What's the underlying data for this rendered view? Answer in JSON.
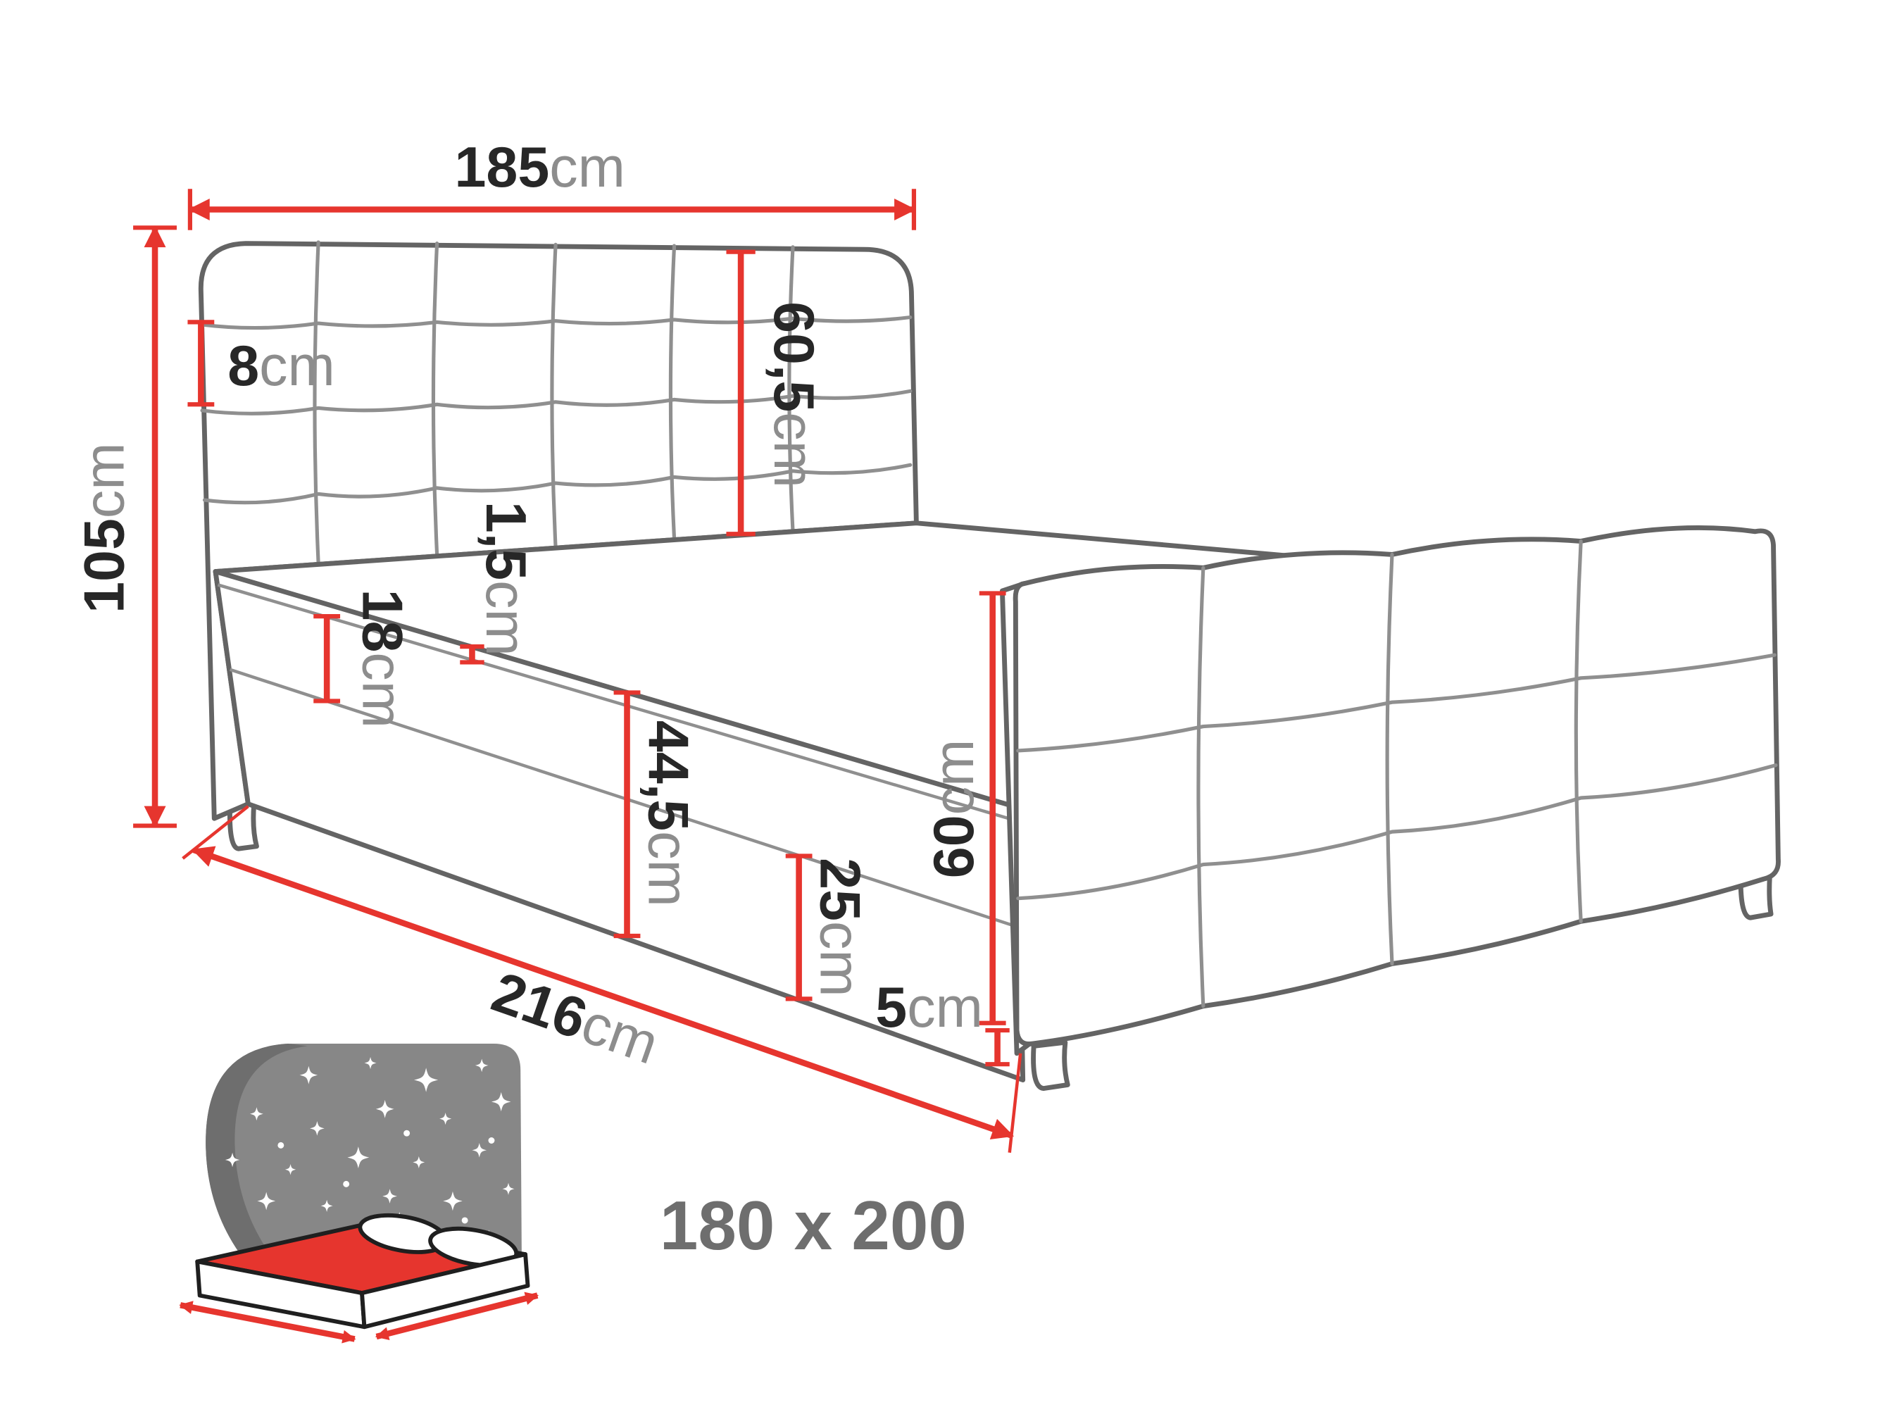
{
  "diagram": {
    "dimensions": {
      "headboard_width": {
        "value": "185",
        "unit": "cm"
      },
      "total_height": {
        "value": "105",
        "unit": "cm"
      },
      "headboard_thickness": {
        "value": "8",
        "unit": "cm"
      },
      "headboard_panel_height": {
        "value": "60,5",
        "unit": "cm"
      },
      "mattress_height": {
        "value": "18",
        "unit": "cm"
      },
      "mattress_edge": {
        "value": "1,5",
        "unit": "cm"
      },
      "side_total_height": {
        "value": "44,5",
        "unit": "cm"
      },
      "base_box_height": {
        "value": "25",
        "unit": "cm"
      },
      "footboard_height": {
        "value": "60",
        "unit": "cm"
      },
      "footboard_floor_gap": {
        "value": "5",
        "unit": "cm"
      },
      "bed_length": {
        "value": "216",
        "unit": "cm"
      }
    },
    "size_badge": {
      "label": "180 x 200"
    },
    "colors": {
      "dimension_red": "#e6352e",
      "drawing_gray": "#646464",
      "label_dark": "#272727",
      "label_unit_gray": "#8d8d8d",
      "icon_gray": "#878787",
      "size_text_gray": "#6e6e6e"
    }
  }
}
